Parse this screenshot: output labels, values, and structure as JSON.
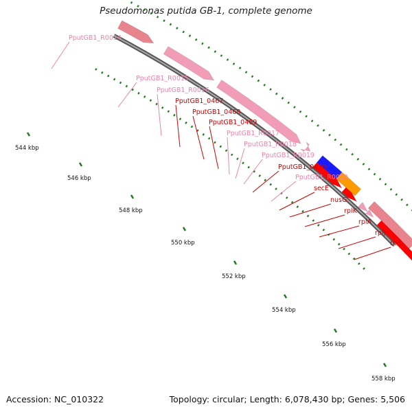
{
  "title": "Pseudomonas putida GB-1, complete genome",
  "footer": {
    "accession": "Accession: NC_010322",
    "summary": "Topology: circular; Length: 6,078,430 bp; Genes: 5,506"
  },
  "colors": {
    "backbone": "#808080",
    "tick": "#1f7a1f",
    "rna_gene": "#f29db8",
    "tRNA_gene": "#e8848e",
    "cds_gene": "#ff0000",
    "highlight_blue": "#1a1aff",
    "highlight_orange": "#ff9900",
    "highlight_green": "#99ff33",
    "label_pink": "#ee82aa",
    "label_red": "#cc0000"
  },
  "kbp_labels": [
    "544 kbp",
    "546 kbp",
    "548 kbp",
    "550 kbp",
    "552 kbp",
    "554 kbp",
    "556 kbp",
    "558 kbp"
  ],
  "gene_labels": [
    {
      "text": "PputGB1_R0014",
      "type": "pink"
    },
    {
      "text": "PputGB1_R0015",
      "type": "pink"
    },
    {
      "text": "PputGB1_R0016",
      "type": "pink"
    },
    {
      "text": "PputGB1_0467",
      "type": "red"
    },
    {
      "text": "PputGB1_0468",
      "type": "red"
    },
    {
      "text": "PputGB1_0469",
      "type": "red"
    },
    {
      "text": "PputGB1_R0017",
      "type": "pink"
    },
    {
      "text": "PputGB1_R0018",
      "type": "pink"
    },
    {
      "text": "PputGB1_R0019",
      "type": "pink"
    },
    {
      "text": "PputGB1_0470",
      "type": "red"
    },
    {
      "text": "PputGB1_R0020",
      "type": "pink"
    },
    {
      "text": "secE",
      "type": "red"
    },
    {
      "text": "nusG",
      "type": "red"
    },
    {
      "text": "rplK",
      "type": "red"
    },
    {
      "text": "rplA",
      "type": "red"
    },
    {
      "text": "rplJ",
      "type": "red"
    },
    {
      "text": "rplL",
      "type": "red"
    }
  ]
}
